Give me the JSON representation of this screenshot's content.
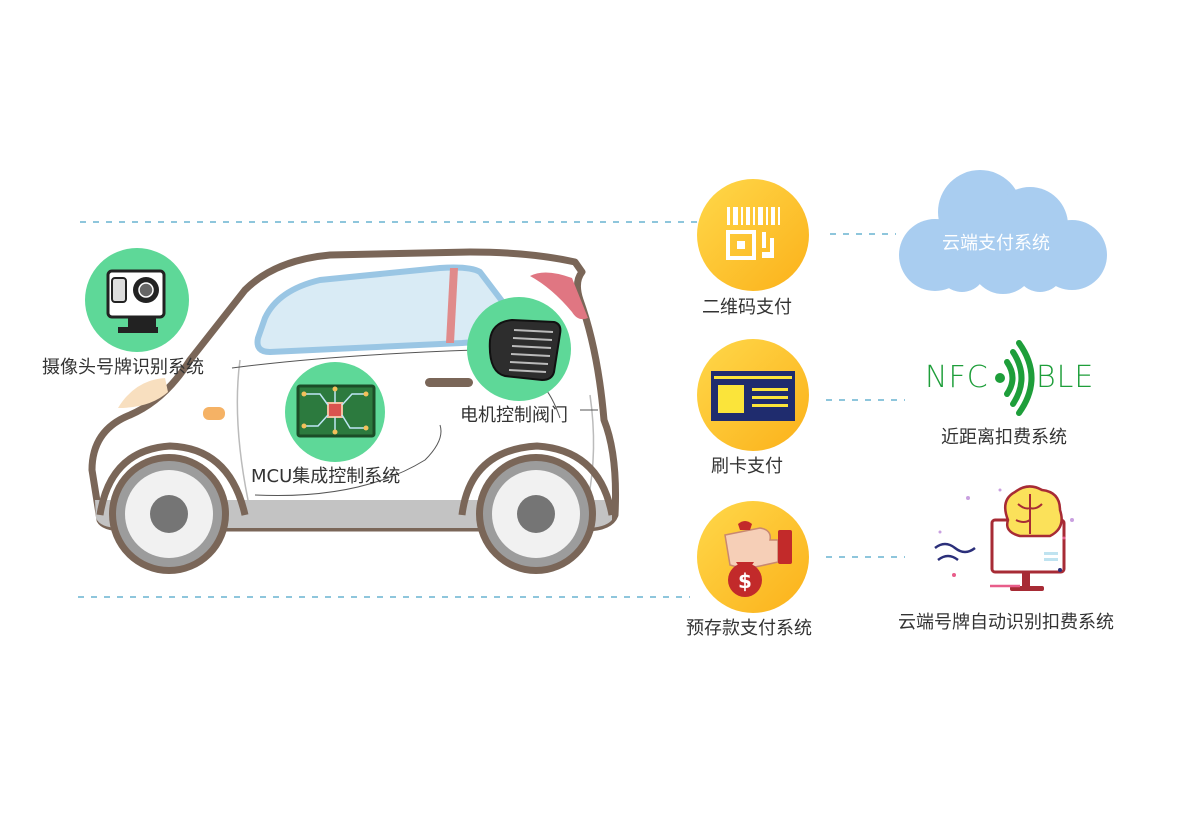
{
  "car_components": {
    "camera": "摄像头号牌识别系统",
    "mcu": "MCU集成控制系统",
    "motor_valve": "电机控制阀门"
  },
  "payment_methods": {
    "qr": "二维码支付",
    "card": "刷卡支付",
    "prepaid": "预存款支付系统"
  },
  "backend_systems": {
    "cloud": "云端支付系统",
    "nfc_label": "NFC",
    "ble_label": "BLE",
    "proximity": "近距离扣费系统",
    "cloud_plate": "云端号牌自动识别扣费系统"
  },
  "colors": {
    "car_outline": "#7a6658",
    "green_badge": "#5ed898",
    "yellow_badge": "#fdc21c",
    "cloud": "#a9cdf0",
    "nfc": "#1e9e3a",
    "dashed": "#4aa3c8"
  }
}
